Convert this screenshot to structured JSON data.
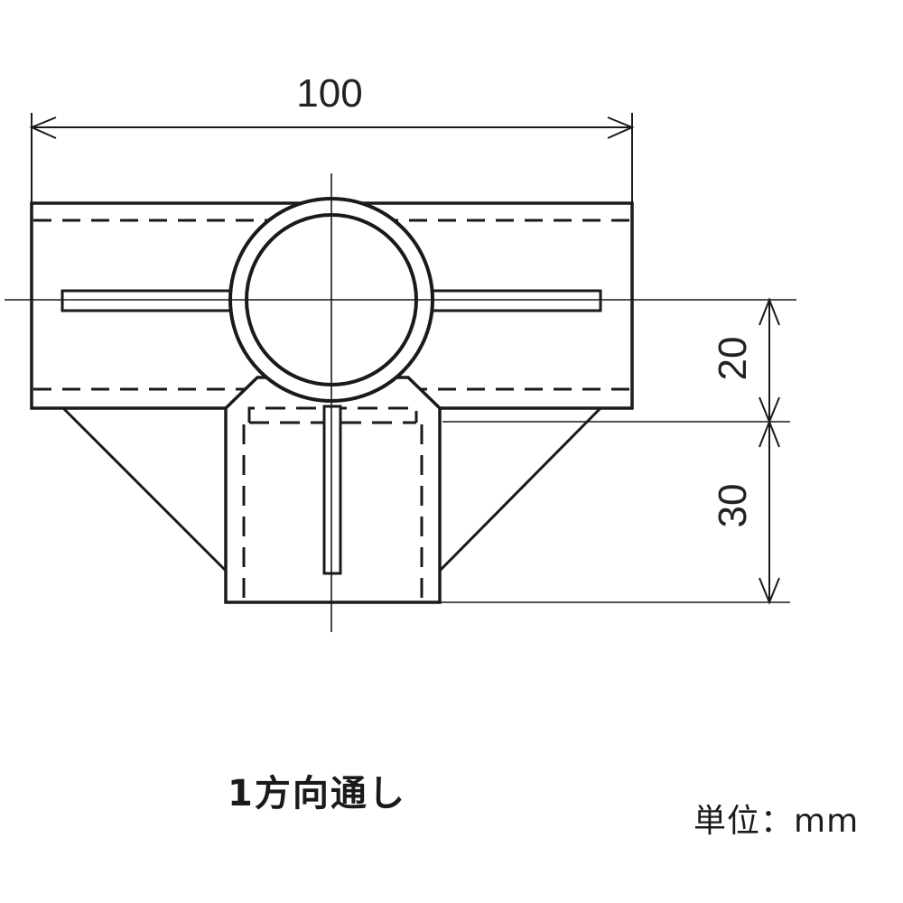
{
  "drawing": {
    "type": "technical-drawing",
    "subject": "pipe joint fitting, front view",
    "line_color": "#1a1a1a",
    "background": "#ffffff"
  },
  "dimensions": {
    "width": {
      "value": "100",
      "orientation": "horizontal"
    },
    "upper_height": {
      "value": "20",
      "orientation": "vertical"
    },
    "lower_height": {
      "value": "30",
      "orientation": "vertical"
    }
  },
  "captions": {
    "title": "1方向通し",
    "unit": "単位：mm"
  }
}
